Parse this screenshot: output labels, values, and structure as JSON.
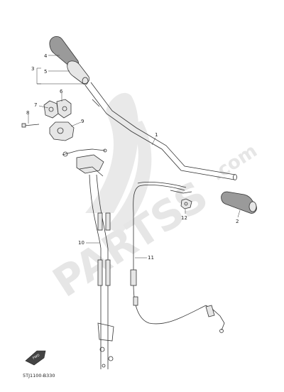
{
  "diagram": {
    "code": "5TJ1100-B330",
    "fwd_label": "FWD",
    "watermark": {
      "brand": "PARTSS",
      "suffix": ".com"
    },
    "callouts": [
      {
        "id": "c1",
        "text": "1"
      },
      {
        "id": "c2",
        "text": "2"
      },
      {
        "id": "c3",
        "text": "3"
      },
      {
        "id": "c4",
        "text": "4"
      },
      {
        "id": "c5",
        "text": "5"
      },
      {
        "id": "c6",
        "text": "6"
      },
      {
        "id": "c7",
        "text": "7"
      },
      {
        "id": "c8",
        "text": "8"
      },
      {
        "id": "c9",
        "text": "9"
      },
      {
        "id": "c10",
        "text": "10"
      },
      {
        "id": "c11",
        "text": "11"
      },
      {
        "id": "c12",
        "text": "12"
      }
    ]
  }
}
